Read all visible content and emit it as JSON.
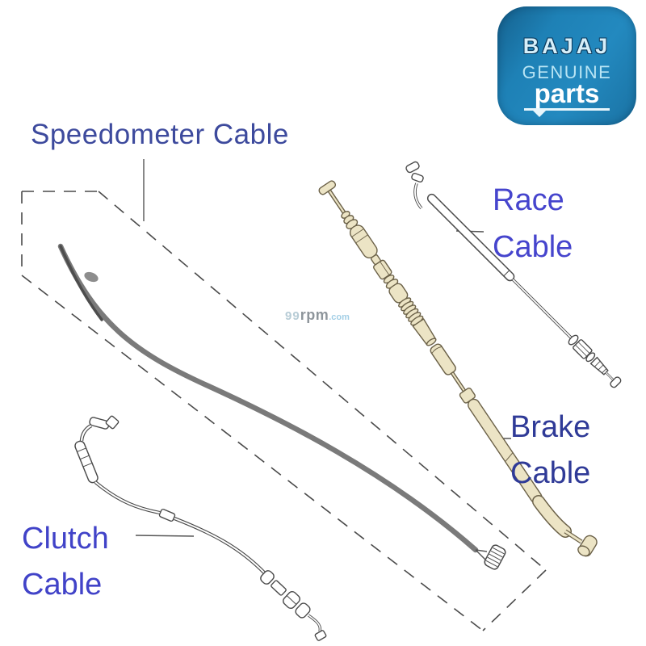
{
  "logo": {
    "brand": "BAJAJ",
    "genuine": "GENUINE",
    "parts": "parts",
    "bg_color": "#1e81b6",
    "brand_text_color": "#d5effa",
    "parts_text_color": "#ffffff"
  },
  "annotations": {
    "speedometer": {
      "label": "Speedometer Cable",
      "color": "#3d4a9d"
    },
    "race": {
      "lines": [
        "Race",
        "Cable"
      ],
      "color": "#4645cd"
    },
    "brake": {
      "lines": [
        "Brake",
        "Cable"
      ],
      "color": "#2f3a97"
    },
    "clutch": {
      "lines": [
        "Clutch",
        "Cable"
      ],
      "color": "#4143c8"
    }
  },
  "watermark": {
    "prefix": "99",
    "mid": "rpm",
    "suffix": ".com",
    "prefix_color": "#b7ccd6",
    "mid_color": "#8e959b",
    "suffix_color": "#a3cfe6"
  },
  "diagram": {
    "parts": [
      "speedometer-cable",
      "race-cable",
      "brake-cable",
      "clutch-cable"
    ],
    "speedometer_cable_color": "#7a7a7a",
    "brake_cable_fill": "#ece4c5",
    "brake_cable_outline": "#6b6148",
    "line_art_color": "#4a4a4a",
    "dashed_box_color": "#4a4a4a"
  }
}
